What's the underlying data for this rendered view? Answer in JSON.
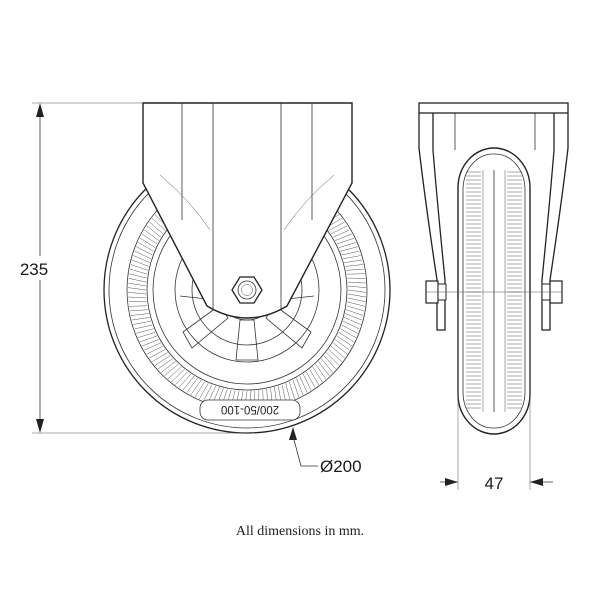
{
  "dimensions": {
    "height": "235",
    "diameter": "Ø200",
    "width": "47"
  },
  "tyre_marking": "200/50-100",
  "caption": "All dimensions in mm."
}
